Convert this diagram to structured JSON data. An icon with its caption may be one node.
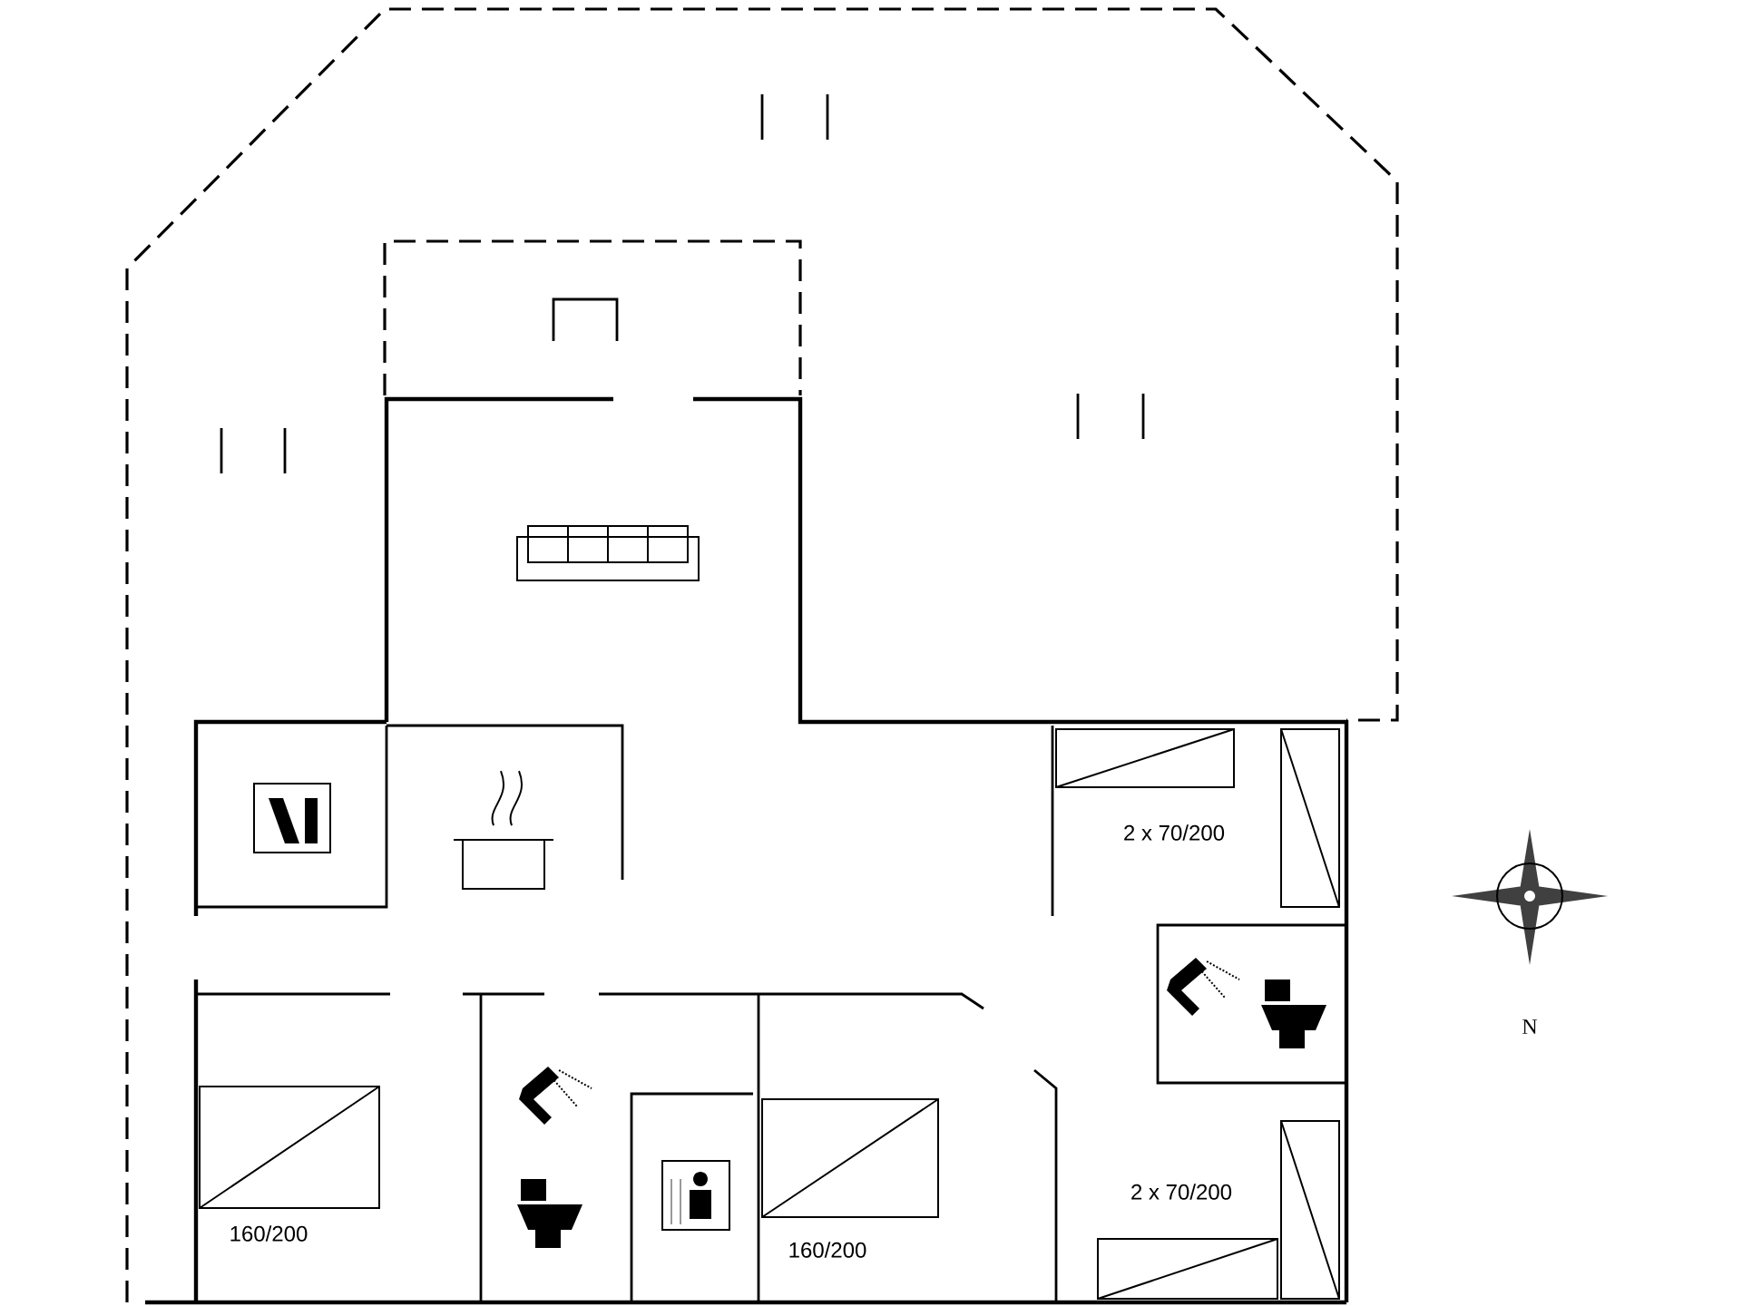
{
  "diagram": {
    "labels": [
      "2 x 70/200",
      "N",
      "2 x 70/200",
      "160/200",
      "160/200"
    ]
  }
}
